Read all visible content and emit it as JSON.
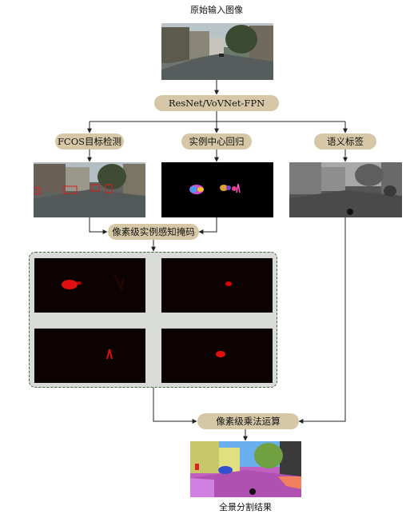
{
  "diagram": {
    "input_caption": "原始输入图像",
    "backbone_label": "ResNet/VoVNet-FPN",
    "branch_fcos_label": "FCOS目标检测",
    "branch_center_label": "实例中心回归",
    "branch_semantic_label": "语义标签",
    "pixel_mask_label": "像素级实例感知掩码",
    "multiply_label": "像素级乘法运算",
    "output_caption": "全景分割结果"
  },
  "colors": {
    "pill_fill": "#d6c8a6",
    "mask_red": "#e01010",
    "group_border": "#3a6a3a",
    "group_fill": "#d9dbd9",
    "arrow": "#222222"
  }
}
